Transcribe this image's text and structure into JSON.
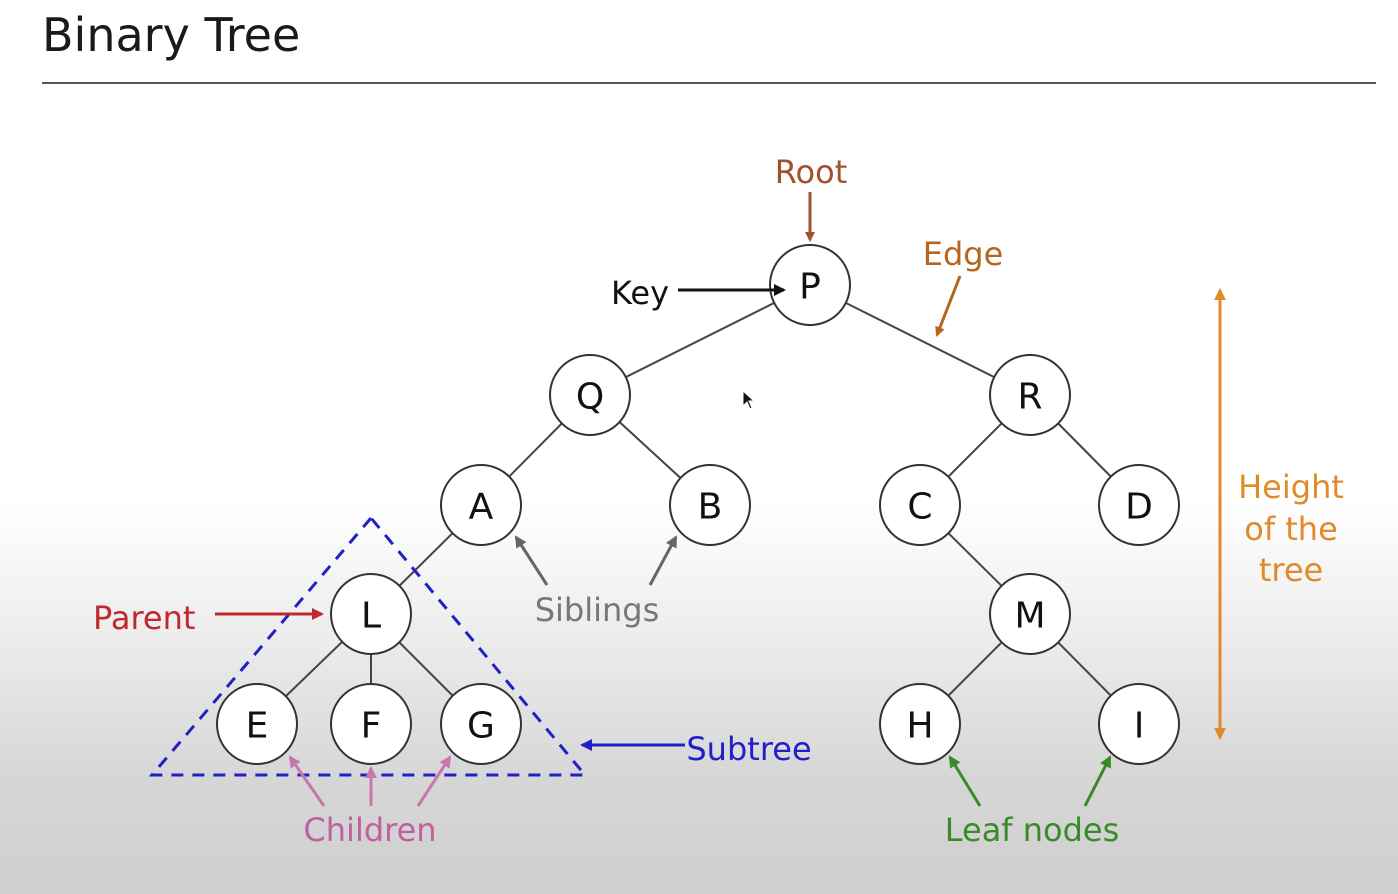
{
  "page": {
    "title": "Binary Tree"
  },
  "colors": {
    "root": "#a0522d",
    "edge": "#b5651d",
    "key": "#111111",
    "parent": "#c0282d",
    "siblings": "#777777",
    "subtree": "#2020c8",
    "children": "#c060a0",
    "leaf": "#3a8a2a",
    "height": "#e08a2a"
  },
  "nodes": {
    "P": "P",
    "Q": "Q",
    "R": "R",
    "A": "A",
    "B": "B",
    "C": "C",
    "D": "D",
    "L": "L",
    "M": "M",
    "E": "E",
    "F": "F",
    "G": "G",
    "H": "H",
    "I": "I"
  },
  "labels": {
    "root": "Root",
    "edge": "Edge",
    "key": "Key",
    "parent": "Parent",
    "siblings": "Siblings",
    "subtree": "Subtree",
    "children": "Children",
    "leaf_nodes": "Leaf nodes",
    "height_line1": "Height",
    "height_line2": "of the",
    "height_line3": "tree"
  }
}
